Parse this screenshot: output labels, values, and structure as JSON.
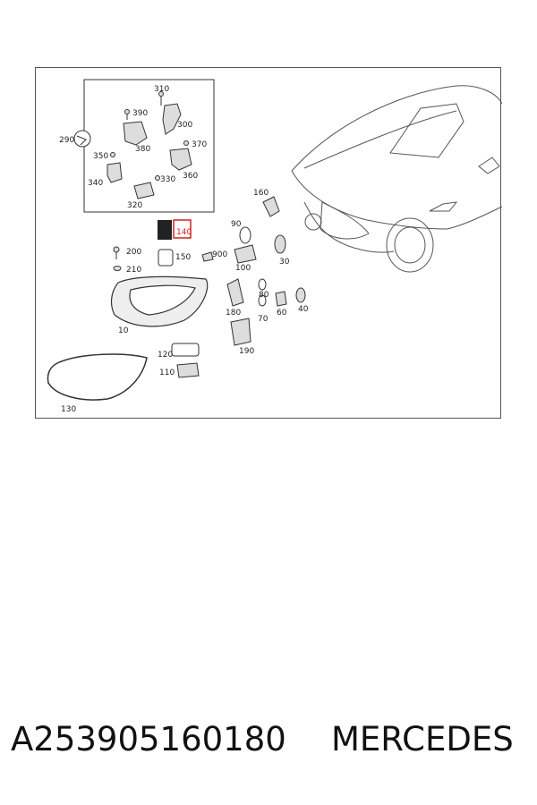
{
  "diagram": {
    "callouts": [
      {
        "id": "c310",
        "text": "310"
      },
      {
        "id": "c390",
        "text": "390"
      },
      {
        "id": "c300",
        "text": "300"
      },
      {
        "id": "c290",
        "text": "290"
      },
      {
        "id": "c380",
        "text": "380"
      },
      {
        "id": "c370",
        "text": "370"
      },
      {
        "id": "c350",
        "text": "350"
      },
      {
        "id": "c360",
        "text": "360"
      },
      {
        "id": "c340",
        "text": "340"
      },
      {
        "id": "c330",
        "text": "330"
      },
      {
        "id": "c320",
        "text": "320"
      },
      {
        "id": "c160",
        "text": "160"
      },
      {
        "id": "c90",
        "text": "90"
      },
      {
        "id": "c140",
        "text": "140",
        "highlighted": true
      },
      {
        "id": "c200",
        "text": "200"
      },
      {
        "id": "c900",
        "text": "900"
      },
      {
        "id": "c150",
        "text": "150"
      },
      {
        "id": "c210",
        "text": "210"
      },
      {
        "id": "c100",
        "text": "100"
      },
      {
        "id": "c30",
        "text": "30"
      },
      {
        "id": "c80",
        "text": "80"
      },
      {
        "id": "c180",
        "text": "180"
      },
      {
        "id": "c60",
        "text": "60"
      },
      {
        "id": "c40",
        "text": "40"
      },
      {
        "id": "c70",
        "text": "70"
      },
      {
        "id": "c10",
        "text": "10"
      },
      {
        "id": "c190",
        "text": "190"
      },
      {
        "id": "c120",
        "text": "120"
      },
      {
        "id": "c110",
        "text": "110"
      },
      {
        "id": "c130",
        "text": "130"
      }
    ],
    "highlight_color": "#d02020"
  },
  "caption": {
    "part_number": "A253905160180",
    "brand": "MERCEDES"
  }
}
